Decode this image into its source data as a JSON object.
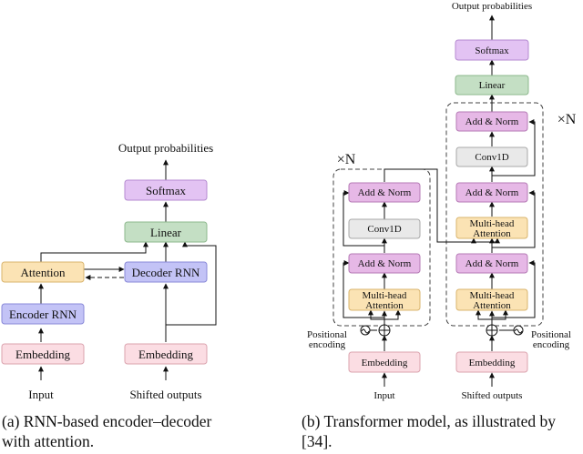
{
  "colors": {
    "softmax_fill": "#e3c3f3",
    "softmax_stroke": "#b48ad0",
    "linear_fill": "#c4dfc4",
    "linear_stroke": "#8db88d",
    "attention_fill": "#fbe3b4",
    "attention_stroke": "#d9b46d",
    "rnn_fill": "#c3c3f6",
    "rnn_stroke": "#8888d8",
    "embedding_fill": "#fbdde3",
    "embedding_stroke": "#dba3ae",
    "addnorm_fill": "#e6b8e6",
    "addnorm_stroke": "#b57ab5",
    "conv_fill": "#e9e9e9",
    "conv_stroke": "#a8a8a8"
  },
  "rnn": {
    "output_label": "Output probabilities",
    "softmax": "Softmax",
    "linear": "Linear",
    "attention": "Attention",
    "decoder_rnn": "Decoder RNN",
    "encoder_rnn": "Encoder RNN",
    "embedding_enc": "Embedding",
    "embedding_dec": "Embedding",
    "input_label": "Input",
    "shifted_label": "Shifted outputs"
  },
  "transformer": {
    "output_label": "Output probabilities",
    "softmax": "Softmax",
    "linear": "Linear",
    "times_n_enc": "×N",
    "times_n_dec": "×N",
    "enc_addnorm_top": "Add & Norm",
    "enc_conv": "Conv1D",
    "enc_addnorm_bot": "Add & Norm",
    "enc_mha_line1": "Multi-head",
    "enc_mha_line2": "Attention",
    "dec_addnorm_top": "Add & Norm",
    "dec_conv": "Conv1D",
    "dec_addnorm_mid": "Add & Norm",
    "dec_mha2_line1": "Multi-head",
    "dec_mha2_line2": "Attention",
    "dec_addnorm_bot": "Add & Norm",
    "dec_mha1_line1": "Multi-head",
    "dec_mha1_line2": "Attention",
    "pos_enc_left_1": "Positional",
    "pos_enc_left_2": "encoding",
    "pos_enc_right_1": "Positional",
    "pos_enc_right_2": "encoding",
    "embedding_enc": "Embedding",
    "embedding_dec": "Embedding",
    "input_label": "Input",
    "shifted_label": "Shifted outputs"
  },
  "captions": {
    "a_line1": "(a) RNN-based encoder–decoder",
    "a_line2": "with attention.",
    "b_line1": "(b) Transformer model, as illustrated by",
    "b_line2": "[34]."
  }
}
